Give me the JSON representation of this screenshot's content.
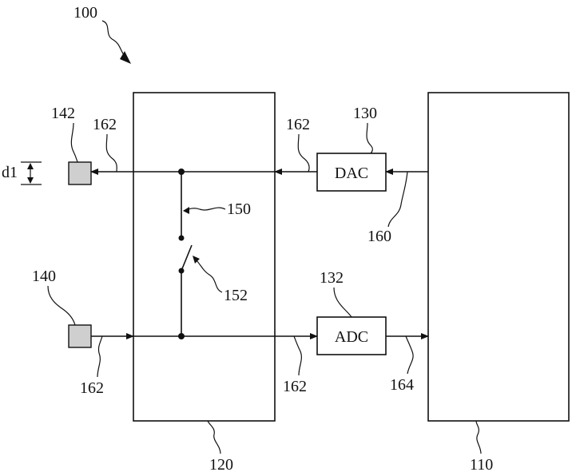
{
  "figure": {
    "ref_main": "100",
    "blocks": {
      "block_110": "110",
      "block_120": "120",
      "dac": {
        "ref": "130",
        "label": "DAC"
      },
      "adc": {
        "ref": "132",
        "label": "ADC"
      }
    },
    "pads": {
      "pad_140": "140",
      "pad_142": "142"
    },
    "dimension": "d1",
    "signals": {
      "line_162": "162",
      "line_160": "160",
      "line_164": "164"
    },
    "switch_parts": {
      "wire_150": "150",
      "switch_152": "152"
    }
  }
}
